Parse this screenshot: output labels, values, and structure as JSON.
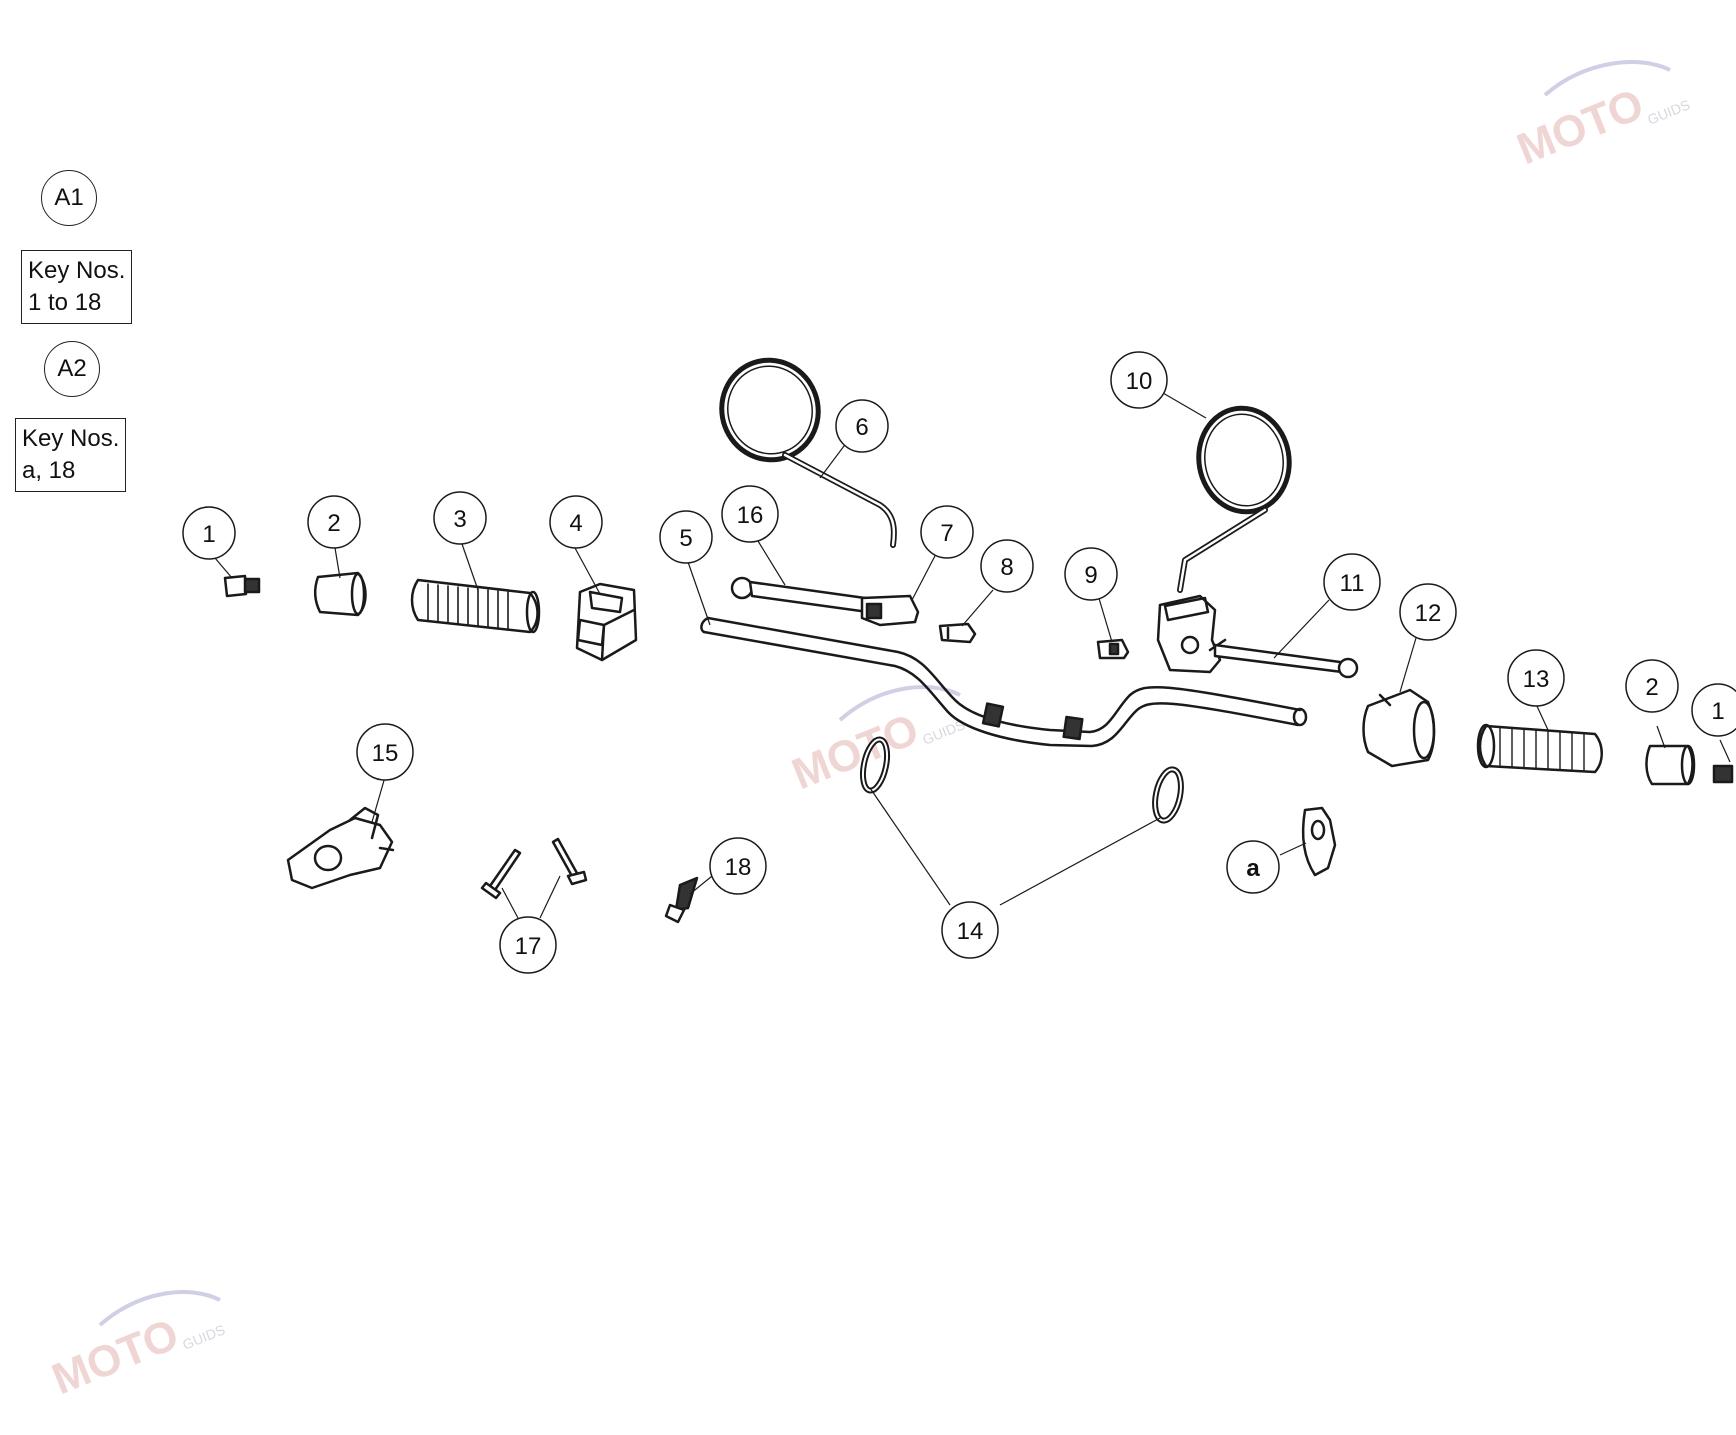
{
  "legend": {
    "groups": [
      {
        "code": "A1",
        "line1": "Key Nos.",
        "line2": "1 to 18"
      },
      {
        "code": "A2",
        "line1": "Key Nos.",
        "line2": "a, 18"
      }
    ]
  },
  "callouts": [
    "1",
    "2",
    "3",
    "4",
    "5",
    "6",
    "7",
    "8",
    "9",
    "10",
    "11",
    "12",
    "13",
    "2",
    "1",
    "14",
    "15",
    "16",
    "17",
    "18",
    "a"
  ],
  "watermark": {
    "brand": "MOTO",
    "sub": "GUIDS"
  },
  "colors": {
    "line": "#1a1a1a",
    "watermark": "#c8c8d8",
    "watermark_accent": "#a8a8d0"
  }
}
